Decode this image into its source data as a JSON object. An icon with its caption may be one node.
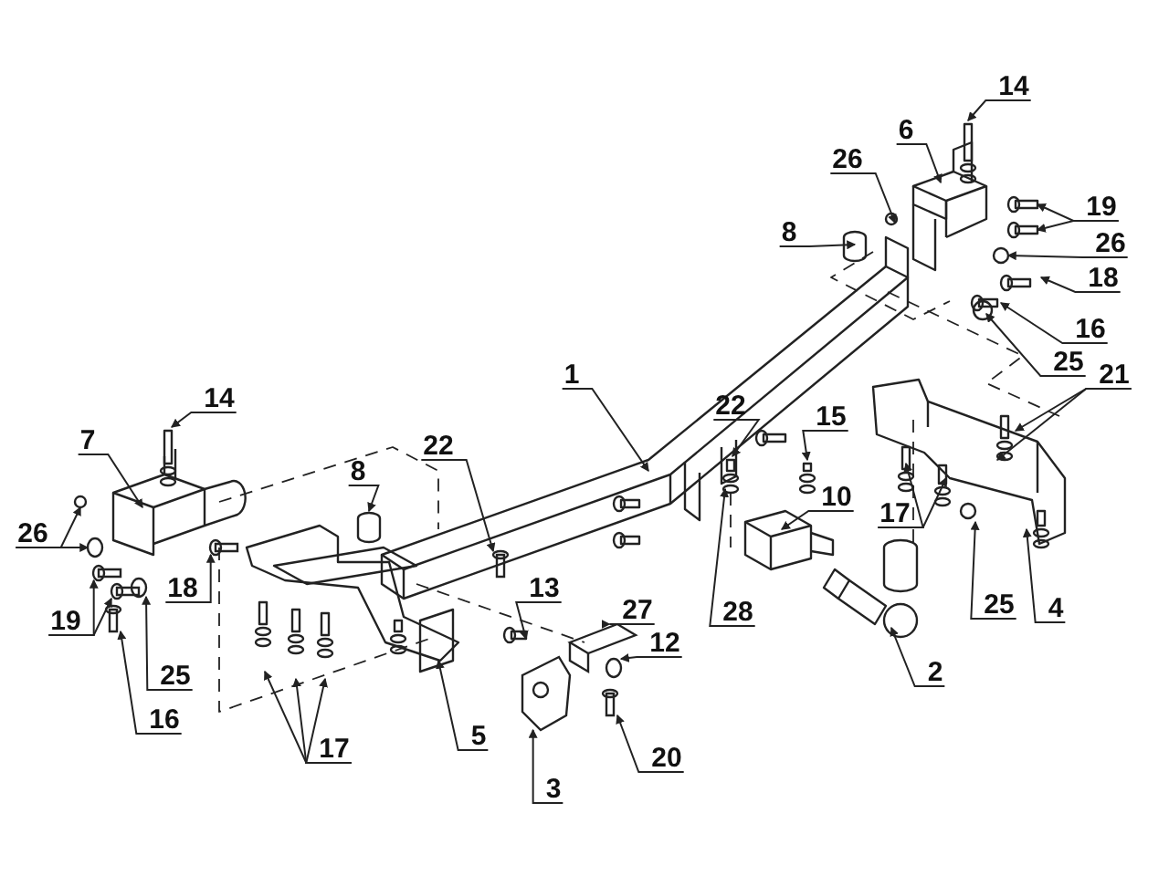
{
  "diagram": {
    "nodes": [
      {
        "text": [
          "14"
        ]
      },
      {
        "text": [
          "6"
        ]
      },
      {
        "text": [
          "26"
        ]
      },
      {
        "text": [
          "19"
        ]
      },
      {
        "text": [
          "8"
        ]
      },
      {
        "text": [
          "26"
        ]
      },
      {
        "text": [
          "18"
        ]
      },
      {
        "text": [
          "16"
        ]
      },
      {
        "text": [
          "25"
        ]
      },
      {
        "text": [
          "1"
        ]
      },
      {
        "text": [
          "21"
        ]
      },
      {
        "text": [
          "14"
        ]
      },
      {
        "text": [
          "22"
        ]
      },
      {
        "text": [
          "15"
        ]
      },
      {
        "text": [
          "7"
        ]
      },
      {
        "text": [
          "22"
        ]
      },
      {
        "text": [
          "10"
        ]
      },
      {
        "text": [
          "8"
        ]
      },
      {
        "text": [
          "17"
        ]
      },
      {
        "text": [
          "26"
        ]
      },
      {
        "text": [
          "18"
        ]
      },
      {
        "text": [
          "13"
        ]
      },
      {
        "text": [
          "19"
        ]
      },
      {
        "text": [
          "25"
        ]
      },
      {
        "text": [
          "4"
        ]
      },
      {
        "text": [
          "27"
        ]
      },
      {
        "text": [
          "28"
        ]
      },
      {
        "text": [
          "12"
        ]
      },
      {
        "text": [
          "25"
        ]
      },
      {
        "text": [
          "2"
        ]
      },
      {
        "text": [
          "16"
        ]
      },
      {
        "text": [
          "5"
        ]
      },
      {
        "text": [
          "17"
        ]
      },
      {
        "text": [
          "20"
        ]
      },
      {
        "text": [
          "3"
        ]
      },
      {
        "text": [],
        "shape": "bolt"
      },
      {
        "text": [],
        "shape": "washer"
      },
      {
        "text": [],
        "shape": "bolt"
      },
      {
        "text": [],
        "shape": "bolt"
      },
      {
        "text": [],
        "shape": "bolt"
      },
      {
        "text": [],
        "shape": "washer"
      },
      {
        "text": [],
        "shape": "bolt"
      },
      {
        "text": [],
        "shape": "bolt"
      },
      {
        "text": [],
        "shape": "plate"
      },
      {
        "text": [],
        "shape": "plate"
      },
      {
        "text": [],
        "shape": "washer"
      }
    ],
    "edges": [
      {
        "from": 0,
        "to": null,
        "arrow": "to"
      },
      {
        "from": 1,
        "to": null,
        "arrow": "to"
      },
      {
        "from": 2,
        "to": null,
        "arrow": "to"
      },
      {
        "from": 3,
        "to": null,
        "arrow": "to"
      },
      {
        "from": 3,
        "to": null,
        "arrow": "to"
      },
      {
        "from": 4,
        "to": null,
        "arrow": "to"
      },
      {
        "from": 5,
        "to": null,
        "arrow": "to"
      },
      {
        "from": 6,
        "to": null,
        "arrow": "to"
      },
      {
        "from": 7,
        "to": null,
        "arrow": "to"
      },
      {
        "from": 8,
        "to": null,
        "arrow": "to"
      },
      {
        "from": 9,
        "to": null,
        "arrow": "to"
      },
      {
        "from": 10,
        "to": null,
        "arrow": "to"
      },
      {
        "from": 10,
        "to": null,
        "arrow": "to"
      },
      {
        "from": 11,
        "to": null,
        "arrow": "to"
      },
      {
        "from": 12,
        "to": null,
        "arrow": "to"
      },
      {
        "from": 13,
        "to": null,
        "arrow": "to"
      },
      {
        "from": 14,
        "to": null,
        "arrow": "to"
      },
      {
        "from": 15,
        "to": 35,
        "arrow": "to"
      },
      {
        "from": 16,
        "to": null,
        "arrow": "to"
      },
      {
        "from": 17,
        "to": null,
        "arrow": "to"
      },
      {
        "from": 18,
        "to": null,
        "arrow": "to"
      },
      {
        "from": 18,
        "to": null,
        "arrow": "to"
      },
      {
        "from": 19,
        "to": null,
        "arrow": "to"
      },
      {
        "from": 19,
        "to": 36,
        "arrow": "to"
      },
      {
        "from": 20,
        "to": 39,
        "arrow": "to"
      },
      {
        "from": 21,
        "to": null,
        "arrow": "to"
      },
      {
        "from": 22,
        "to": 37,
        "arrow": "to"
      },
      {
        "from": 22,
        "to": 38,
        "arrow": "to"
      },
      {
        "from": 23,
        "to": null,
        "arrow": "to"
      },
      {
        "from": 24,
        "to": null,
        "arrow": "to"
      },
      {
        "from": 25,
        "to": 44,
        "arrow": "to"
      },
      {
        "from": 26,
        "to": null,
        "arrow": "to"
      },
      {
        "from": 27,
        "to": 45,
        "arrow": "to"
      },
      {
        "from": 28,
        "to": 40,
        "arrow": "to"
      },
      {
        "from": 29,
        "to": null,
        "arrow": "to"
      },
      {
        "from": 30,
        "to": 41,
        "arrow": "to"
      },
      {
        "from": 31,
        "to": null,
        "arrow": "to"
      },
      {
        "from": 32,
        "to": null,
        "arrow": "to"
      },
      {
        "from": 32,
        "to": null,
        "arrow": "to"
      },
      {
        "from": 32,
        "to": null,
        "arrow": "to"
      },
      {
        "from": 33,
        "to": 42,
        "arrow": "to"
      },
      {
        "from": 34,
        "to": 43,
        "arrow": "to"
      }
    ]
  }
}
